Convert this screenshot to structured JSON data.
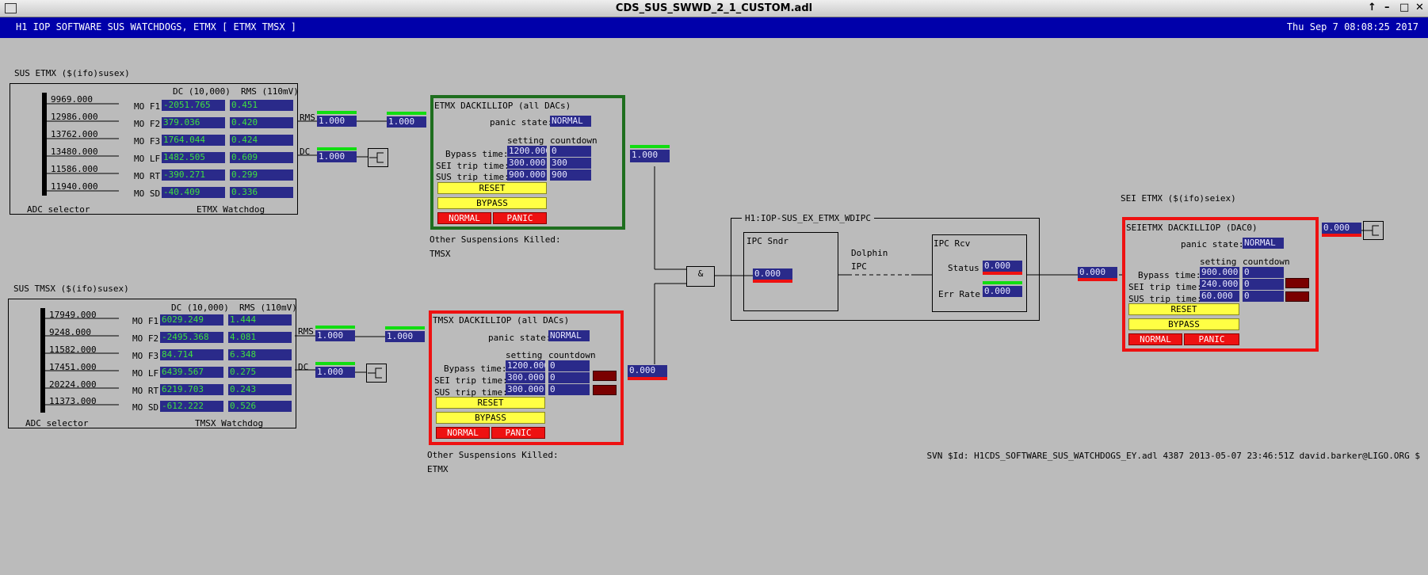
{
  "window": {
    "title": "CDS_SUS_SWWD_2_1_CUSTOM.adl"
  },
  "header": {
    "title": "H1 IOP SOFTWARE SUS WATCHDOGS, ETMX [ ETMX TMSX   ]",
    "datetime": "Thu Sep  7 08:08:25 2017"
  },
  "etmx": {
    "title": "SUS ETMX ($(ifo)susex)",
    "col_dc": "DC (10,000)",
    "col_rms": "RMS (110mV)",
    "adc": [
      "9969.000",
      "12986.000",
      "13762.000",
      "13480.000",
      "11586.000",
      "11940.000"
    ],
    "rows": [
      {
        "label": "MO F1",
        "dc": "-2051.765",
        "rms": "0.451"
      },
      {
        "label": "MO F2",
        "dc": "379.036",
        "rms": "0.420"
      },
      {
        "label": "MO F3",
        "dc": "1764.044",
        "rms": "0.424"
      },
      {
        "label": "MO LF",
        "dc": "1482.505",
        "rms": "0.609"
      },
      {
        "label": "MO RT",
        "dc": "-390.271",
        "rms": "0.299"
      },
      {
        "label": "MO SD",
        "dc": "-40.409",
        "rms": "0.336"
      }
    ],
    "adc_selector": "ADC selector",
    "watchdog": "ETMX Watchdog",
    "rms_label": "RMS",
    "dc_label": "DC",
    "rms_val": "1.000",
    "rms_out": "1.000",
    "dc_val": "1.000"
  },
  "tmsx": {
    "title": "SUS TMSX ($(ifo)susex)",
    "col_dc": "DC (10,000)",
    "col_rms": "RMS (110mV)",
    "adc": [
      "17949.000",
      "9248.000",
      "11582.000",
      "17451.000",
      "20224.000",
      "11373.000"
    ],
    "rows": [
      {
        "label": "MO F1",
        "dc": "6029.249",
        "rms": "1.444"
      },
      {
        "label": "MO F2",
        "dc": "-2495.368",
        "rms": "4.081"
      },
      {
        "label": "MO F3",
        "dc": "84.714",
        "rms": "6.348"
      },
      {
        "label": "MO LF",
        "dc": "6439.567",
        "rms": "0.275"
      },
      {
        "label": "MO RT",
        "dc": "6219.703",
        "rms": "0.243"
      },
      {
        "label": "MO SD",
        "dc": "-612.222",
        "rms": "0.526"
      }
    ],
    "adc_selector": "ADC selector",
    "watchdog": "TMSX Watchdog",
    "rms_label": "RMS",
    "dc_label": "DC",
    "rms_val": "1.000",
    "rms_out": "1.000",
    "dc_val": "1.000"
  },
  "etmx_dk": {
    "title": "ETMX DACKILLIOP (all DACs)",
    "panic_label": "panic state:",
    "panic_state": "NORMAL",
    "setting": "setting",
    "countdown": "countdown",
    "bypass_label": "Bypass time:",
    "sei_label": "SEI trip time:",
    "sus_label": "SUS trip time:",
    "bypass_set": "1200.000",
    "bypass_cd": "0",
    "sei_set": "300.000",
    "sei_cd": "300",
    "sus_set": "900.000",
    "sus_cd": "900",
    "reset": "RESET",
    "bypass": "BYPASS",
    "normal": "NORMAL",
    "panic": "PANIC",
    "killed_label": "Other Suspensions Killed:",
    "killed": "TMSX",
    "out": "1.000"
  },
  "tmsx_dk": {
    "title": "TMSX DACKILLIOP (all DACs)",
    "panic_label": "panic state:",
    "panic_state": "NORMAL",
    "setting": "setting",
    "countdown": "countdown",
    "bypass_label": "Bypass time:",
    "sei_label": "SEI trip time:",
    "sus_label": "SUS trip time:",
    "bypass_set": "1200.000",
    "bypass_cd": "0",
    "sei_set": "300.000",
    "sei_cd": "0",
    "sus_set": "300.000",
    "sus_cd": "0",
    "reset": "RESET",
    "bypass": "BYPASS",
    "normal": "NORMAL",
    "panic": "PANIC",
    "killed_label": "Other Suspensions Killed:",
    "killed": "ETMX",
    "out": "0.000"
  },
  "ipc": {
    "title": "H1:IOP-SUS_EX_ETMX_WDIPC",
    "sndr": "IPC Sndr",
    "sndr_val": "0.000",
    "dolphin": "Dolphin",
    "ipc": "IPC",
    "rcv": "IPC Rcv",
    "status_label": "Status",
    "status_val": "0.000",
    "err_label": "Err Rate",
    "err_val": "0.000",
    "out": "0.000",
    "gate": "&"
  },
  "sei": {
    "title": "SEI ETMX ($(ifo)seiex)",
    "dk_title": "SEIETMX DACKILLIOP (DAC0)",
    "panic_label": "panic state:",
    "panic_state": "NORMAL",
    "setting": "setting",
    "countdown": "countdown",
    "bypass_label": "Bypass time:",
    "sei_label": "SEI trip time:",
    "sus_label": "SUS trip time:",
    "bypass_set": "900.000",
    "bypass_cd": "0",
    "sei_set": "240.000",
    "sei_cd": "0",
    "sus_set": "60.000",
    "sus_cd": "0",
    "reset": "RESET",
    "bypass": "BYPASS",
    "normal": "NORMAL",
    "panic": "PANIC",
    "out": "0.000"
  },
  "svn": "SVN $Id: H1CDS_SOFTWARE_SUS_WATCHDOGS_EY.adl 4387 2013-05-07 23:46:51Z david.barker@LIGO.ORG $"
}
